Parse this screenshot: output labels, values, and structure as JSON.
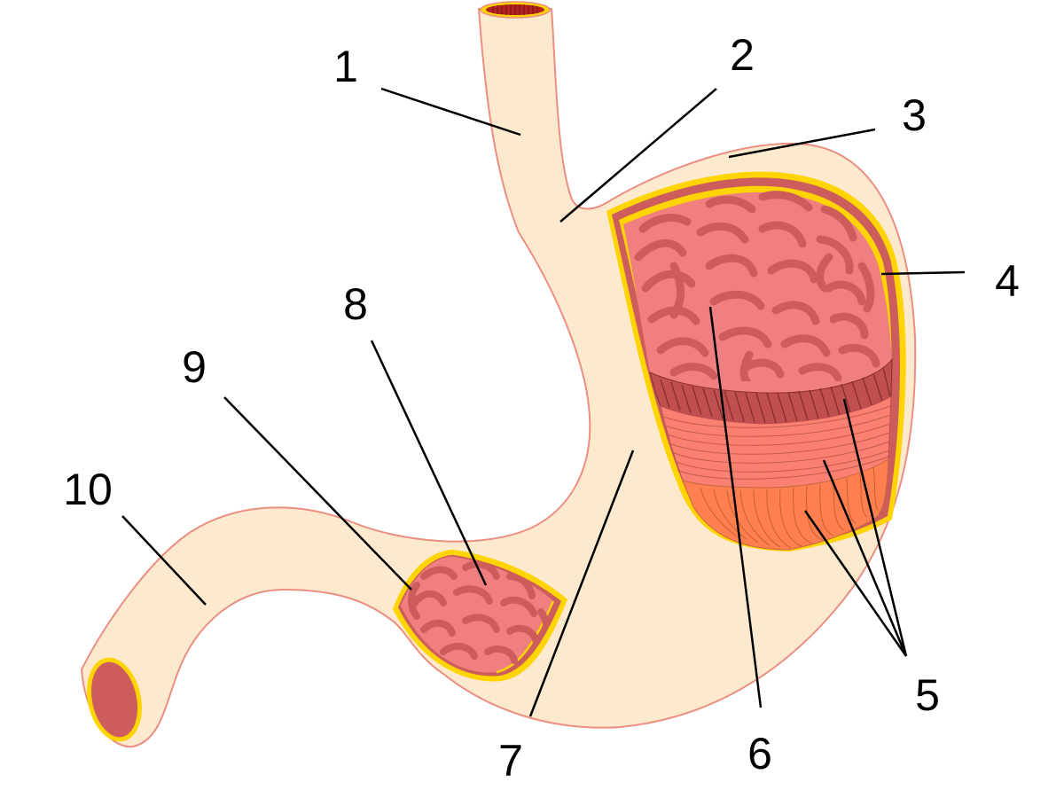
{
  "labels": {
    "l1": "1",
    "l2": "2",
    "l3": "3",
    "l4": "4",
    "l5": "5",
    "l6": "6",
    "l7": "7",
    "l8": "8",
    "l9": "9",
    "l10": "10"
  },
  "colors": {
    "background": "#ffffff",
    "serosa": "#fde9cd",
    "outline": "#eb8f80",
    "membrane": "#ffd400",
    "mucosa": "#f08080",
    "rugae": "#d05a5a",
    "submucosa": "#cd5c5c",
    "oblique_muscle": "#c05050",
    "circular_muscle": "#fa8072",
    "longitudinal_muscle": "#ff7f50",
    "leader": "#000000"
  }
}
